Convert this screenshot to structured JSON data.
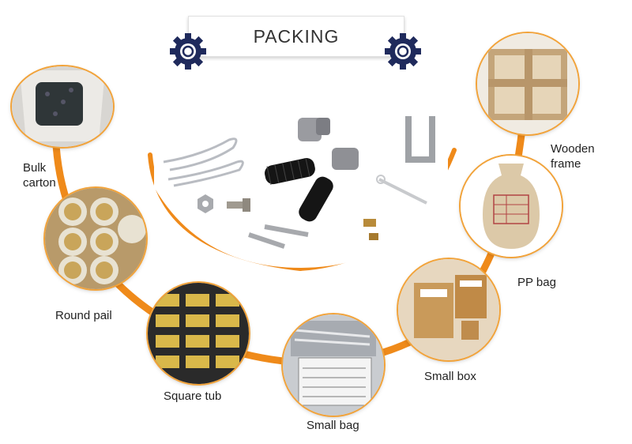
{
  "title": "PACKING",
  "colors": {
    "arc": "#ef8a1a",
    "gear": "#1f2a5c",
    "text": "#222222"
  },
  "items": [
    {
      "id": "bulk-carton",
      "label_lines": [
        "Bulk",
        "carton"
      ]
    },
    {
      "id": "round-pail",
      "label_lines": [
        "Round pail"
      ]
    },
    {
      "id": "square-tub",
      "label_lines": [
        "Square tub"
      ]
    },
    {
      "id": "small-bag",
      "label_lines": [
        "Small bag"
      ]
    },
    {
      "id": "small-box",
      "label_lines": [
        "Small box"
      ]
    },
    {
      "id": "pp-bag",
      "label_lines": [
        "PP bag"
      ]
    },
    {
      "id": "wooden-frame",
      "label_lines": [
        "Wooden",
        "frame"
      ]
    }
  ]
}
